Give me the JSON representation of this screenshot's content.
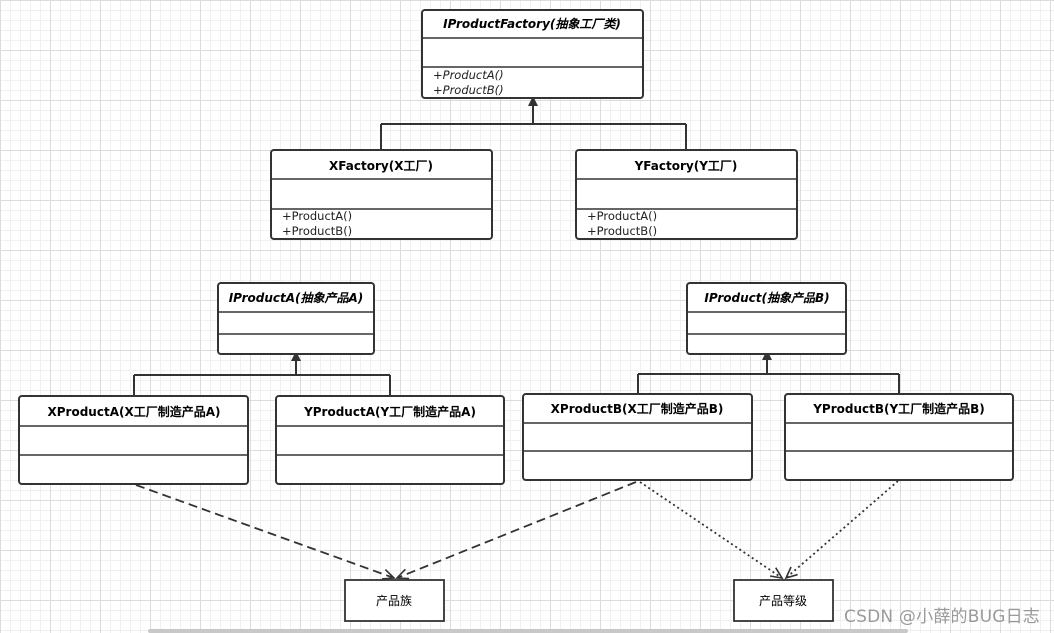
{
  "diagram": {
    "classes": {
      "abstract_factory": {
        "title": "IProductFactory(抽象工厂类)",
        "methods": [
          "+ProductA()",
          "+ProductB()"
        ]
      },
      "x_factory": {
        "title": "XFactory(X工厂)",
        "methods": [
          "+ProductA()",
          "+ProductB()"
        ]
      },
      "y_factory": {
        "title": "YFactory(Y工厂)",
        "methods": [
          "+ProductA()",
          "+ProductB()"
        ]
      },
      "abstract_product_a": {
        "title": "IProductA(抽象产品A)"
      },
      "abstract_product_b": {
        "title": "IProduct(抽象产品B)"
      },
      "x_product_a": {
        "title": "XProductA(X工厂制造产品A)"
      },
      "y_product_a": {
        "title": "YProductA(Y工厂制造产品A)"
      },
      "x_product_b": {
        "title": "XProductB(X工厂制造产品B)"
      },
      "y_product_b": {
        "title": "YProductB(Y工厂制造产品B)"
      }
    },
    "notes": {
      "product_family": "产品族",
      "product_level": "产品等级"
    }
  },
  "watermark": "CSDN @小薛的BUG日志",
  "colors": {
    "stroke": "#333333",
    "box_fill": "#ffffff"
  }
}
